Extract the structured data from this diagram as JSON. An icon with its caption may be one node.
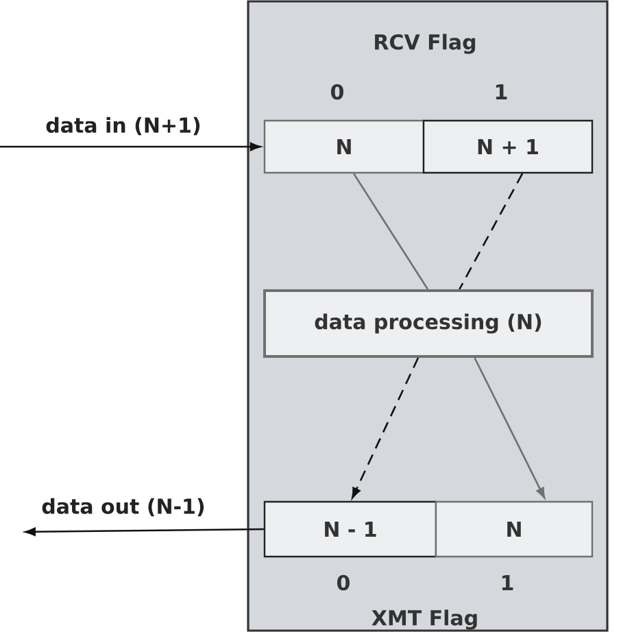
{
  "diagram": {
    "nodes": [
      {
        "text": [],
        "shape": "box"
      },
      {
        "text": [
          "N"
        ],
        "in": 0,
        "beside": [
          "0"
        ]
      },
      {
        "text": [
          "N + 1"
        ],
        "in": 0,
        "beside": [
          "1"
        ]
      },
      {
        "text": [
          "data processing (N)"
        ],
        "in": 0
      },
      {
        "text": [
          "N - 1"
        ],
        "in": 0,
        "beside": [
          "0"
        ]
      },
      {
        "text": [
          "N"
        ],
        "in": 0,
        "beside": [
          "1"
        ]
      }
    ],
    "edges": [
      {
        "from": null,
        "to": 1,
        "arrow": "to",
        "label": "data in (N+1)"
      },
      {
        "from": 1,
        "to": 3,
        "arrow": "none",
        "color": "#707070"
      },
      {
        "from": 3,
        "to": 5,
        "arrow": "to",
        "color": "#707070"
      },
      {
        "from": 2,
        "to": 3,
        "arrow": "none",
        "style": "dashed"
      },
      {
        "from": 3,
        "to": 4,
        "arrow": "to",
        "style": "dashed"
      },
      {
        "from": 4,
        "to": null,
        "arrow": "to",
        "label": "data out (N-1)"
      }
    ],
    "labels": [
      "RCV Flag",
      "XMT Flag"
    ]
  }
}
